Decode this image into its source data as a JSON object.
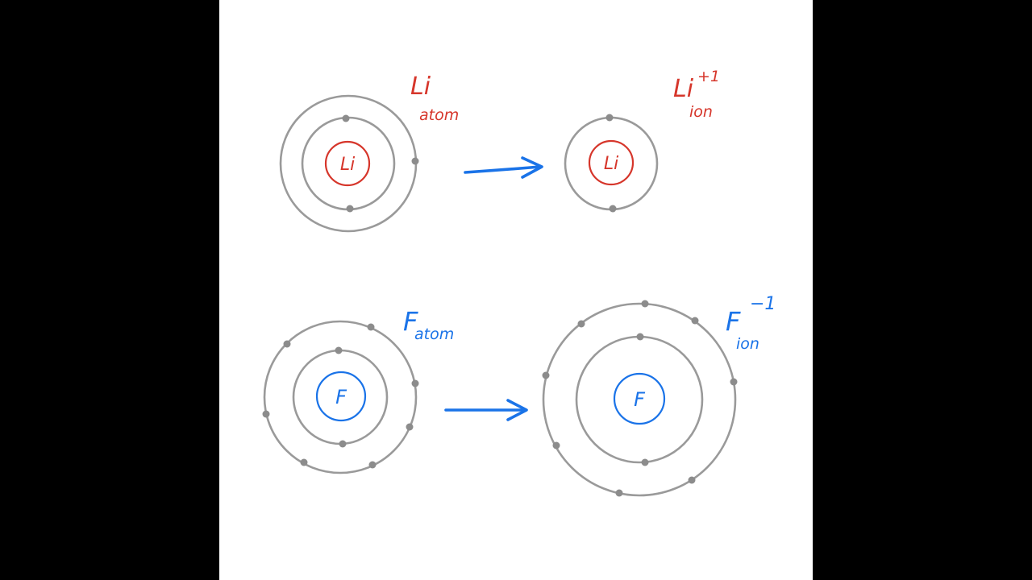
{
  "labels": {
    "li_atom_symbol": "Li",
    "li_atom_sub": "atom",
    "li_ion_symbol": "Li",
    "li_ion_sup": "+1",
    "li_ion_sub": "ion",
    "f_atom_symbol": "F",
    "f_atom_sub": "atom",
    "f_ion_symbol": "F",
    "f_ion_sup": "−1",
    "f_ion_sub": "ion"
  },
  "nuclei": {
    "li_atom": "Li",
    "li_ion": "Li",
    "f_atom": "F",
    "f_ion": "F"
  },
  "colors": {
    "lithium": "#d6362b",
    "fluorine": "#1a73e8",
    "shell": "#9a9a9a",
    "electron": "#8c8c8c",
    "arrow": "#1a73e8"
  }
}
